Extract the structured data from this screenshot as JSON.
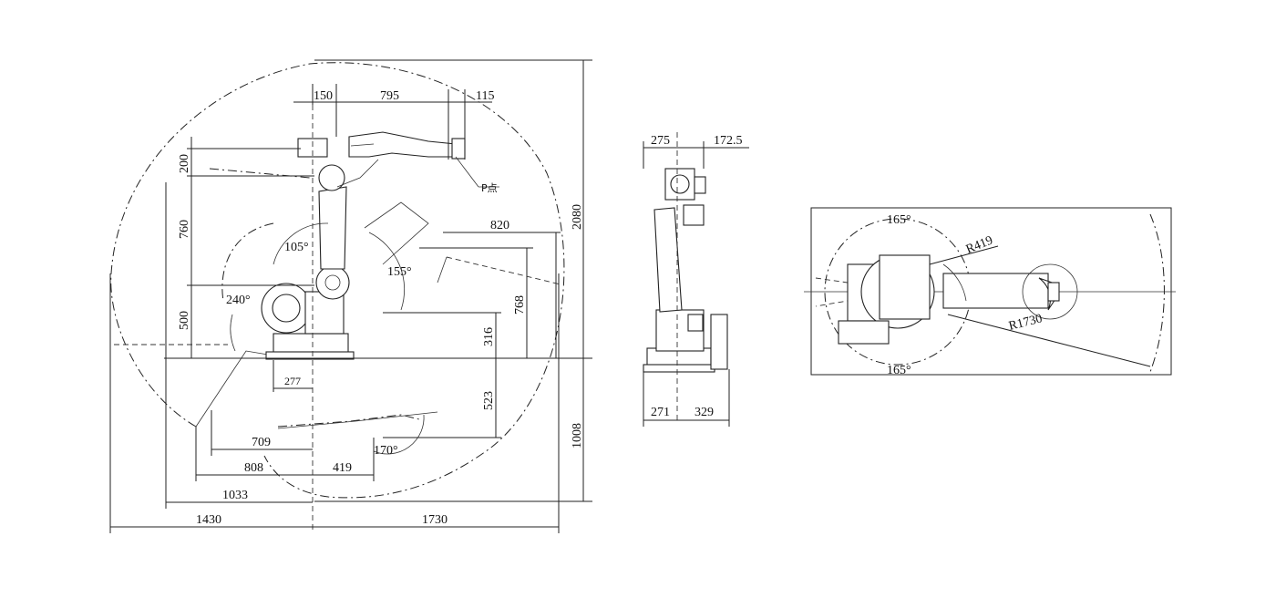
{
  "front_view": {
    "dims_top": [
      "150",
      "795",
      "115"
    ],
    "dims_left": [
      "200",
      "760",
      "500"
    ],
    "dims_right": [
      "2080",
      "1008"
    ],
    "dims_inner": [
      "820",
      "768",
      "316",
      "523"
    ],
    "dims_bottom": [
      "277",
      "709",
      "808",
      "419",
      "1033",
      "1430",
      "1730"
    ],
    "angles": [
      "105°",
      "155°",
      "240°",
      "170°"
    ],
    "p_point": "P点"
  },
  "side_view": {
    "dims_top": [
      "275",
      "172.5"
    ],
    "dims_bottom": [
      "271",
      "329"
    ]
  },
  "top_view": {
    "angles": [
      "165°",
      "165°"
    ],
    "radii": [
      "R419",
      "R1730"
    ]
  }
}
